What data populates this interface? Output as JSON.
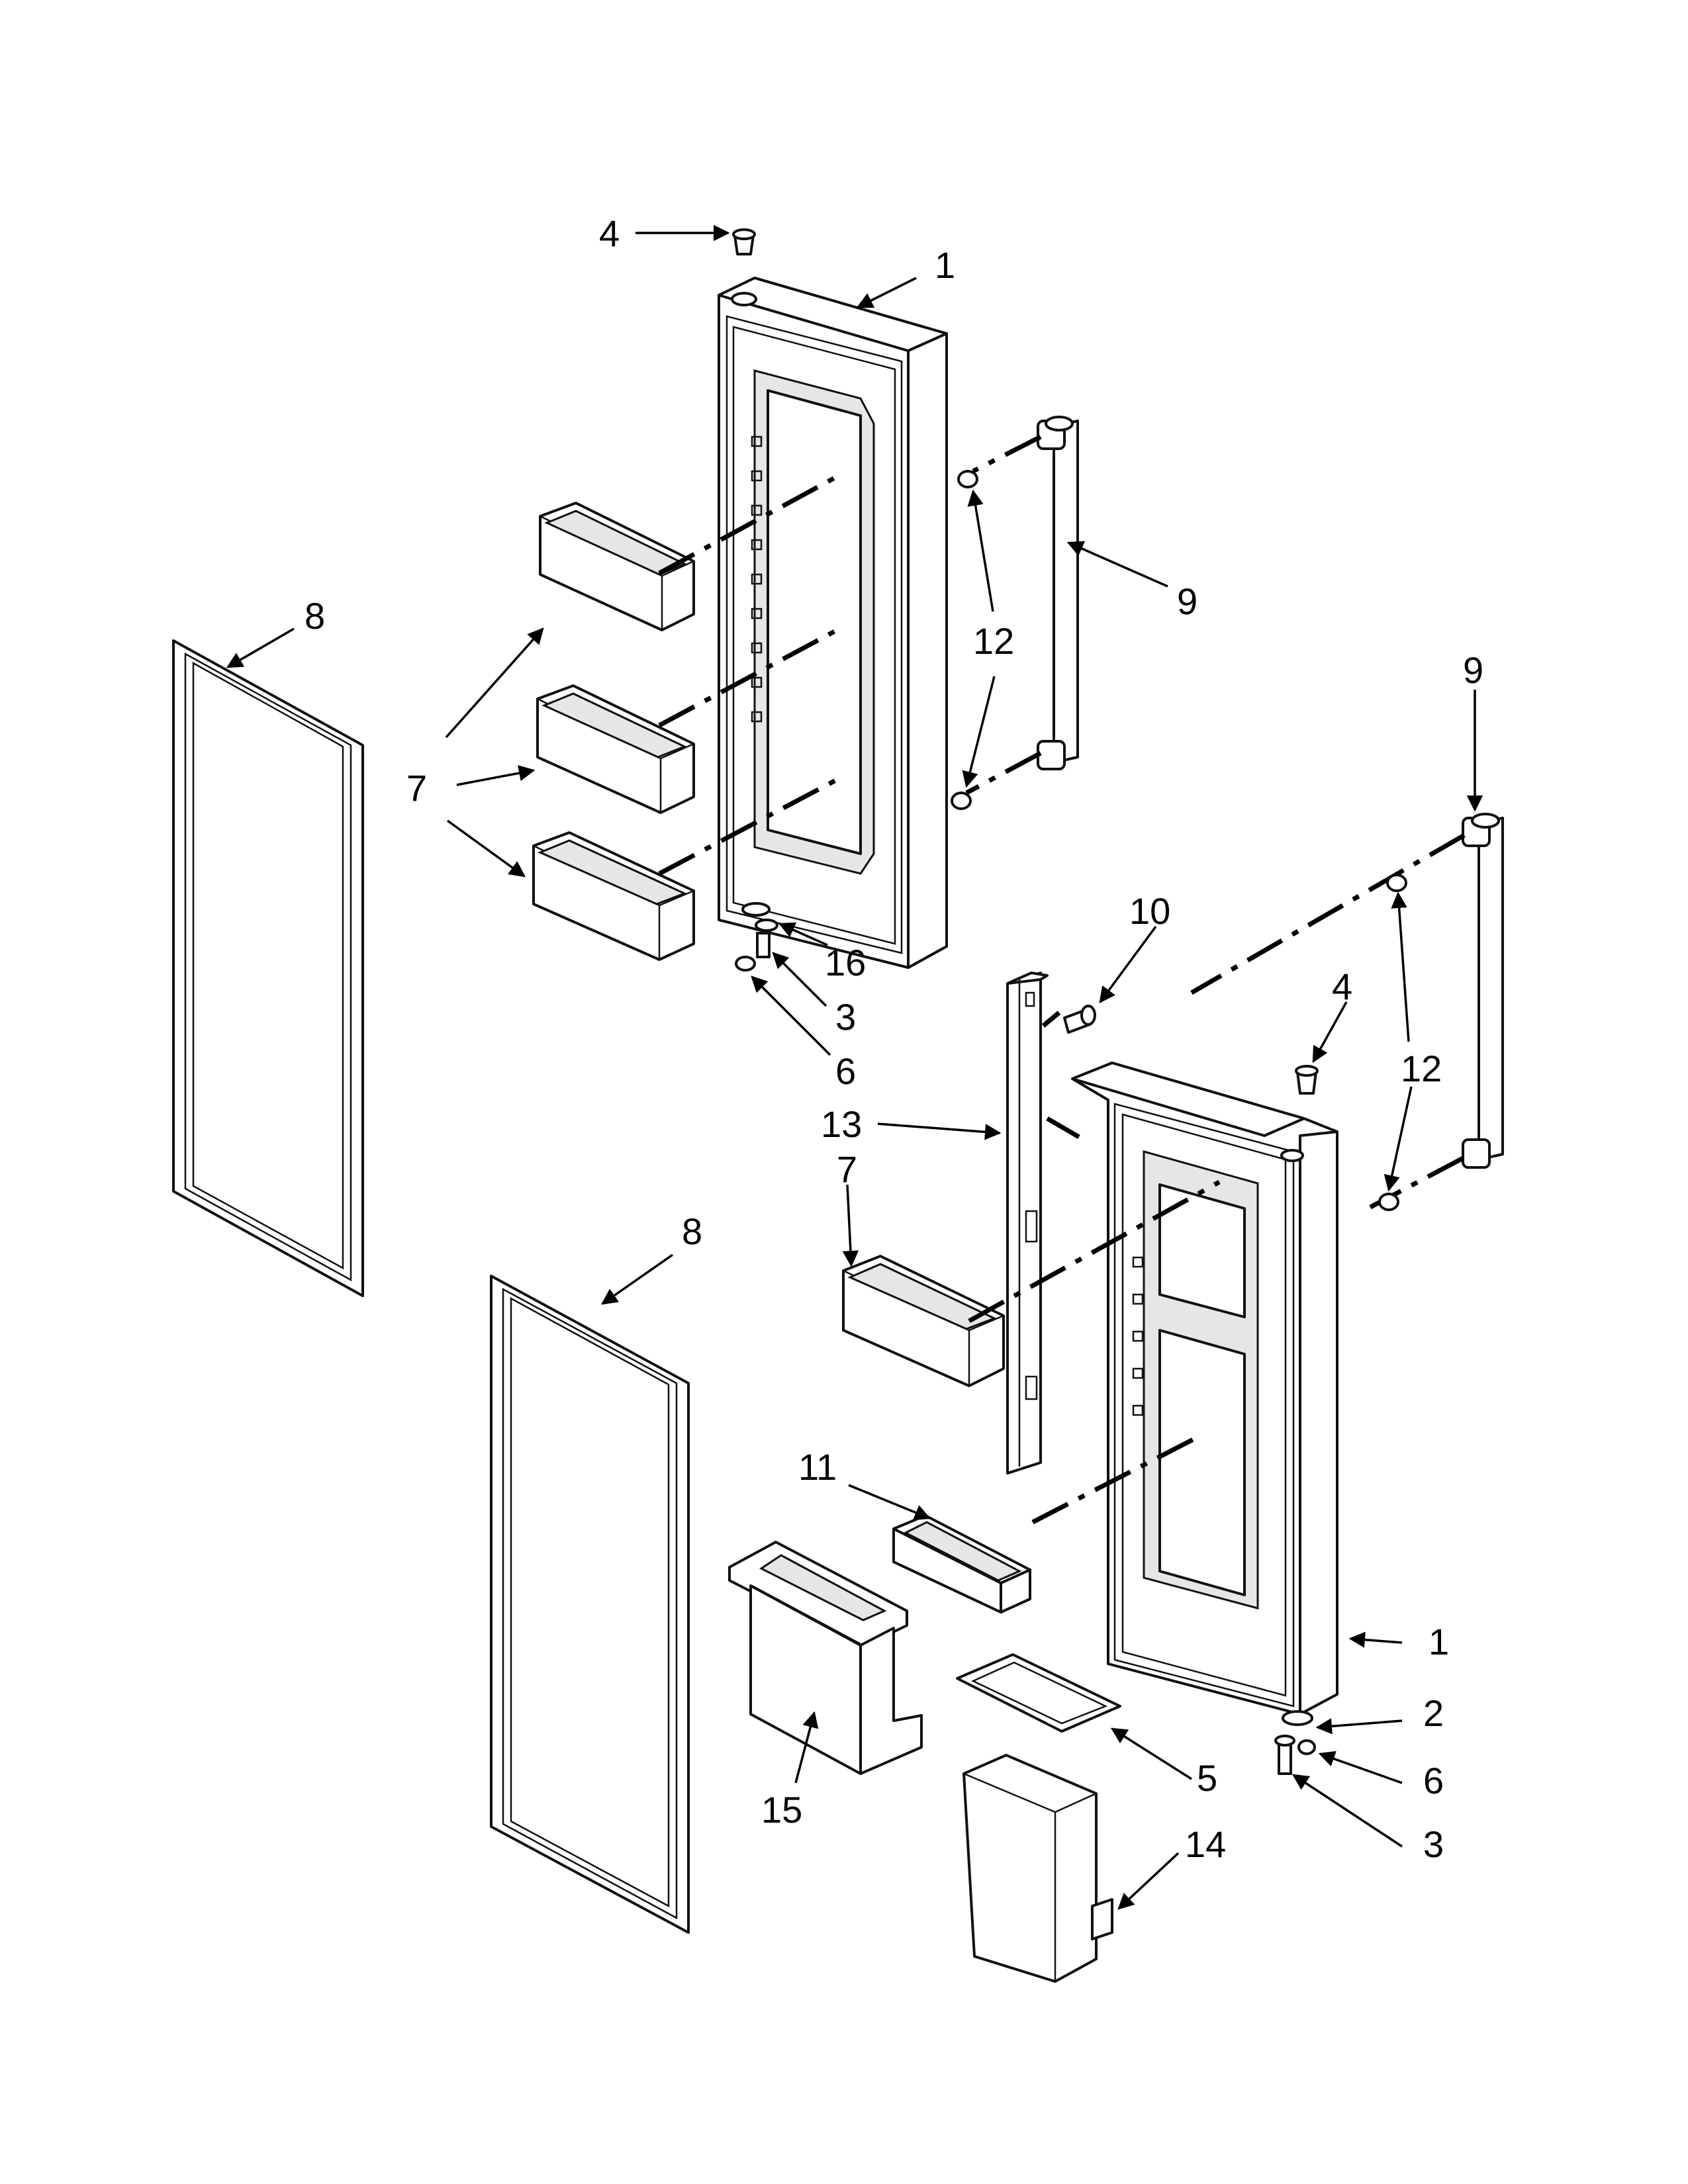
{
  "callouts": {
    "c1a": "1",
    "c1b": "1",
    "c2": "2",
    "c3a": "3",
    "c3b": "3",
    "c4a": "4",
    "c4b": "4",
    "c5": "5",
    "c6a": "6",
    "c6b": "6",
    "c7a": "7",
    "c7b": "7",
    "c8a": "8",
    "c8b": "8",
    "c9a": "9",
    "c9b": "9",
    "c10": "10",
    "c11": "11",
    "c12a": "12",
    "c12b": "12",
    "c13": "13",
    "c14": "14",
    "c15": "15",
    "c16": "16"
  },
  "colors": {
    "line": "#111111",
    "fill": "#ffffff",
    "shade": "#e6e6e6"
  }
}
